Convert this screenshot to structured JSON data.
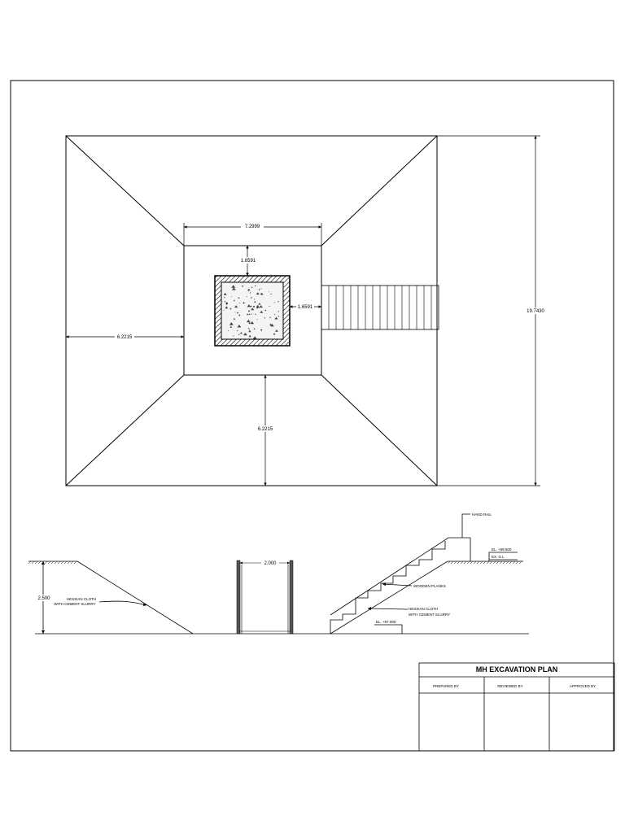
{
  "plan": {
    "dim_top_width": "7.2999",
    "dim_top_offset": "1.6591",
    "dim_right_offset": "1.6591",
    "dim_left": "6.2215",
    "dim_bottom": "6.2215",
    "dim_overall_height": "19.7430"
  },
  "section": {
    "depth": "2.500",
    "hessian_left": [
      "HESSIAN CLOTH",
      "WITH CEMENT SLURRY"
    ],
    "pit_width": "2.000",
    "hand_rail": "HAND RAIL",
    "el_top": "EL. +99.500",
    "ex_gl": "EX. G.L",
    "wooden_planks": "WOODEN PLANKS",
    "hessian_right": [
      "HESSIAN CLOTH",
      "WITH CEMENT SLURRY"
    ],
    "el_bottom": "EL. +97.000"
  },
  "title_block": {
    "title": "MH EXCAVATION PLAN",
    "prepared_by": "PREPARED BY",
    "reviewed_by": "REVIEWED BY",
    "approved_by": "APPROVED BY"
  }
}
